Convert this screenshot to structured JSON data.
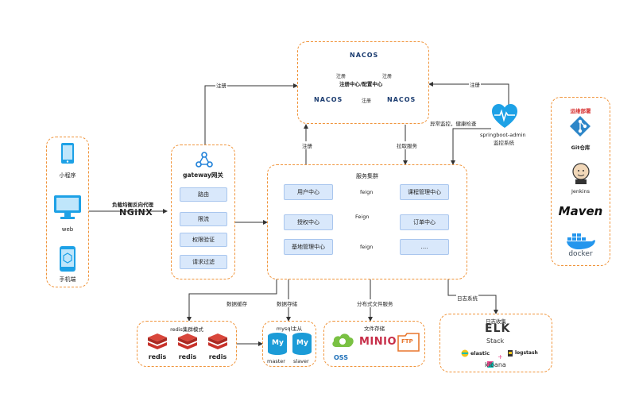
{
  "clients": {
    "miniprogram": "小程序",
    "web": "web",
    "mobile": "手机端"
  },
  "nginx": {
    "caption": "负载均衡反向代理",
    "logo": "NGiNX"
  },
  "gateway": {
    "title": "gateway网关",
    "items": [
      "路由",
      "限流",
      "权限验证",
      "请求过滤"
    ]
  },
  "nacos": {
    "logo": "NACOS",
    "center_label": "注册中心/配置中心",
    "edge_register": "注册"
  },
  "admin": {
    "name": "springboot-admin",
    "subtitle": "监控系统",
    "edge_label": "异常监控，健康检查"
  },
  "cluster": {
    "title": "服务集群",
    "services": [
      "用户中心",
      "课程管理中心",
      "授权中心",
      "订单中心",
      "基地管理中心",
      "...."
    ],
    "feign": "feign",
    "feign_cap": "Feign"
  },
  "edges": {
    "register": "注册",
    "pull_service": "拉取服务",
    "data_cache": "数据缓存",
    "data_storage": "数据存储",
    "distributed_fs": "分布式文件服务",
    "log_system": "日志系统"
  },
  "redis": {
    "title": "redis集群模式",
    "nodes": [
      "redis",
      "redis",
      "redis"
    ]
  },
  "mysql": {
    "title": "mysql主从",
    "master": "master",
    "slaver": "slaver",
    "logo": "My"
  },
  "filestore": {
    "title": "文件存储",
    "oss": "OSS",
    "minio": "MINIO",
    "ftp": "FTP"
  },
  "logging": {
    "title": "日志收集",
    "elk": "ELK",
    "stack": "Stack",
    "elastic": "elastic",
    "logstash": "logstash",
    "kibana": "kibana"
  },
  "devops": {
    "title": "运维部署",
    "git": "Git仓库",
    "jenkins": "Jenkins",
    "maven": "Maven",
    "docker": "docker"
  },
  "colors": {
    "orange": "#f0943a",
    "blue": "#1da1e6",
    "service_fill": "#d9e8fb",
    "redis_red": "#c8322b",
    "mysql_blue": "#1b9bd7",
    "minio_red": "#c72e49",
    "docker_blue": "#2496ed",
    "git_blue": "#2d86c8",
    "nacos_blue": "#1a3b6f"
  }
}
